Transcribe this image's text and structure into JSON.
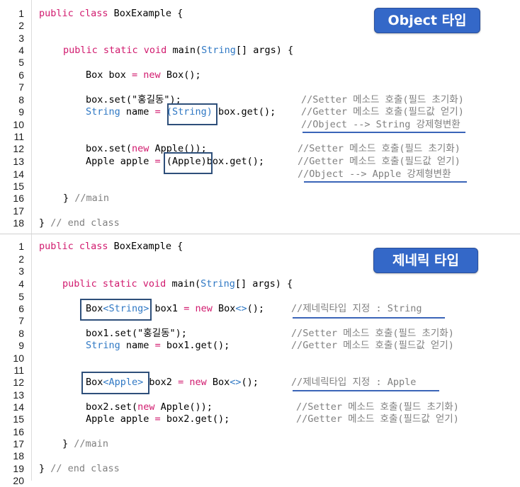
{
  "badges": {
    "top": "Object 타입",
    "bottom": "제네릭 타입"
  },
  "panel_top": {
    "line_numbers": [
      "1",
      "2",
      "3",
      "4",
      "5",
      "6",
      "7",
      "8",
      "9",
      "10",
      "11",
      "12",
      "13",
      "14",
      "15",
      "16",
      "17",
      "18"
    ],
    "lines": {
      "l1": "public class BoxExample {",
      "l4_kw1": "public static void",
      "l4_fn": " main(",
      "l4_ty": "String",
      "l4_rest": "[] args) {",
      "l6_ty": "Box",
      "l6_mid": " box ",
      "l6_op": "=",
      "l6_kw": " new",
      "l6_ty2": " Box",
      "l6_end": "();",
      "l8": "box.set(\"홍길동\");",
      "l9_ty": "String",
      "l9_mid": " name ",
      "l9_op": "=",
      "l9_cast": " (String)",
      "l9_end": " box.get();",
      "l12_a": "box.set(",
      "l12_kw": "new",
      "l12_b": " Apple());",
      "l13_a": "Apple apple ",
      "l13_op": "=",
      "l13_cast": " (Apple)",
      "l13_end": "box.get();",
      "l16": "} //main",
      "l18": "} // end class"
    },
    "comments": {
      "c8": "//Setter 메소드 호출(필드 초기화)",
      "c9": "//Getter 메소드 호출(필드값 얻기)",
      "c10": "//Object --> String 강제형변환",
      "c12": "//Setter 메소드 호출(필드 초기화)",
      "c13": "//Getter 메소드 호출(필드값 얻기)",
      "c14": "//Object --> Apple 강제형변환"
    }
  },
  "panel_bottom": {
    "line_numbers": [
      "1",
      "2",
      "3",
      "4",
      "5",
      "6",
      "7",
      "8",
      "9",
      "10",
      "11",
      "12",
      "13",
      "14",
      "15",
      "16",
      "17",
      "18",
      "19",
      "20"
    ],
    "lines": {
      "l1": "public class BoxExample {",
      "l4_kw1": "public static void",
      "l4_fn": " main(",
      "l4_ty": "String",
      "l4_rest": "[] args) {",
      "l6_a": "Box",
      "l6_g": "<String>",
      "l6_b": " box1 ",
      "l6_op": "=",
      "l6_kw": " new",
      "l6_c": " Box",
      "l6_g2": "<>",
      "l6_end": "();",
      "l8": "box1.set(\"홍길동\");",
      "l9_ty": "String",
      "l9_mid": " name ",
      "l9_op": "=",
      "l9_end": " box1.get();",
      "l12_a": "Box",
      "l12_g": "<Apple>",
      "l12_b": " box2 ",
      "l12_op": "=",
      "l12_kw": " new",
      "l12_c": " Box",
      "l12_g2": "<>",
      "l12_end": "();",
      "l14_a": "box2.set(",
      "l14_kw": "new",
      "l14_b": " Apple());",
      "l15_a": "Apple apple ",
      "l15_op": "=",
      "l15_end": " box2.get();",
      "l17": "} //main",
      "l19": "} // end class"
    },
    "comments": {
      "c6": "//제네릭타입 지정 : String",
      "c8": "//Setter 메소드 호출(필드 초기화)",
      "c9": "//Getter 메소드 호출(필드값 얻기)",
      "c12": "//제네릭타입 지정 : Apple",
      "c14": "//Setter 메소드 호출(필드 초기화)",
      "c15": "//Getter 메소드 호출(필드값 얻기)"
    }
  },
  "colors": {
    "keyword": "#d11a6e",
    "type": "#2f78c4",
    "comment": "#808080",
    "badge_bg": "#3468c8",
    "highlight_box": "#2e4f7a",
    "underline": "#3a64b8"
  }
}
